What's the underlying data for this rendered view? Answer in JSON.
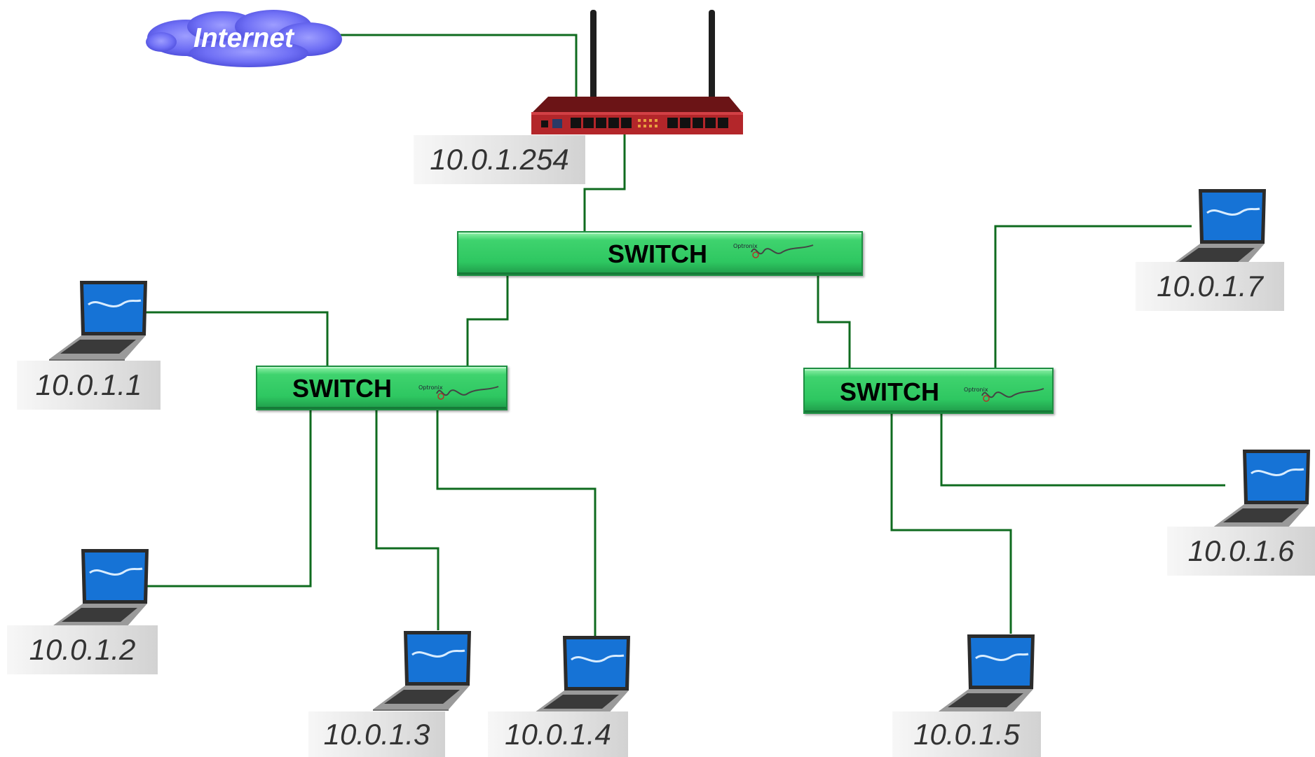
{
  "internet": {
    "label": "Internet"
  },
  "router": {
    "ip": "10.0.1.254"
  },
  "switches": [
    {
      "label": "SWITCH"
    },
    {
      "label": "SWITCH"
    },
    {
      "label": "SWITCH"
    }
  ],
  "hosts": [
    {
      "ip": "10.0.1.1"
    },
    {
      "ip": "10.0.1.2"
    },
    {
      "ip": "10.0.1.3"
    },
    {
      "ip": "10.0.1.4"
    },
    {
      "ip": "10.0.1.5"
    },
    {
      "ip": "10.0.1.6"
    },
    {
      "ip": "10.0.1.7"
    }
  ],
  "colors": {
    "wire": "#0f6b1f",
    "switch_fill": "#2ec761",
    "cloud_fill": "#7b7bff",
    "router_body": "#b3262a"
  }
}
